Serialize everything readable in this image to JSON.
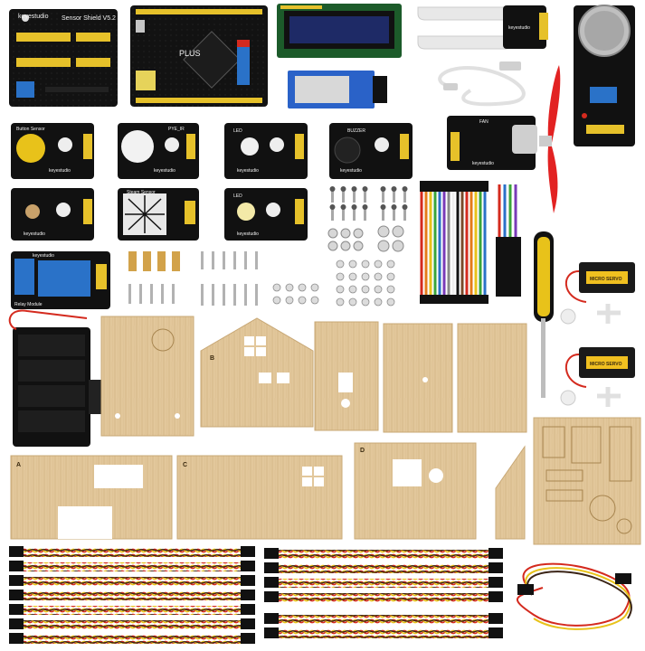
{
  "labels": {
    "sensor_shield": "Sensor Shield V5.2",
    "keyestudio": "keyestudio",
    "plus": "PLUS",
    "button_sensor": "Button Sensor",
    "pyeir": "PYE_IR",
    "led": "LED",
    "buzzer": "BUZZER",
    "fan": "FAN",
    "steam_sensor": "Steam Sensor",
    "relay_module": "Relay Module",
    "servo": "MICRO SERVO",
    "panel_a": "A",
    "panel_b": "B",
    "panel_c": "C",
    "panel_d": "D"
  },
  "colors": {
    "pcb": "#111111",
    "header": "#e6c12a",
    "wood": "#e2c79b",
    "wood_edge": "#c8a876",
    "wire_red": "#d42a1e",
    "wire_yellow": "#e8c21a",
    "wire_brown": "#3a2416",
    "relay_blue": "#2a72c8"
  }
}
